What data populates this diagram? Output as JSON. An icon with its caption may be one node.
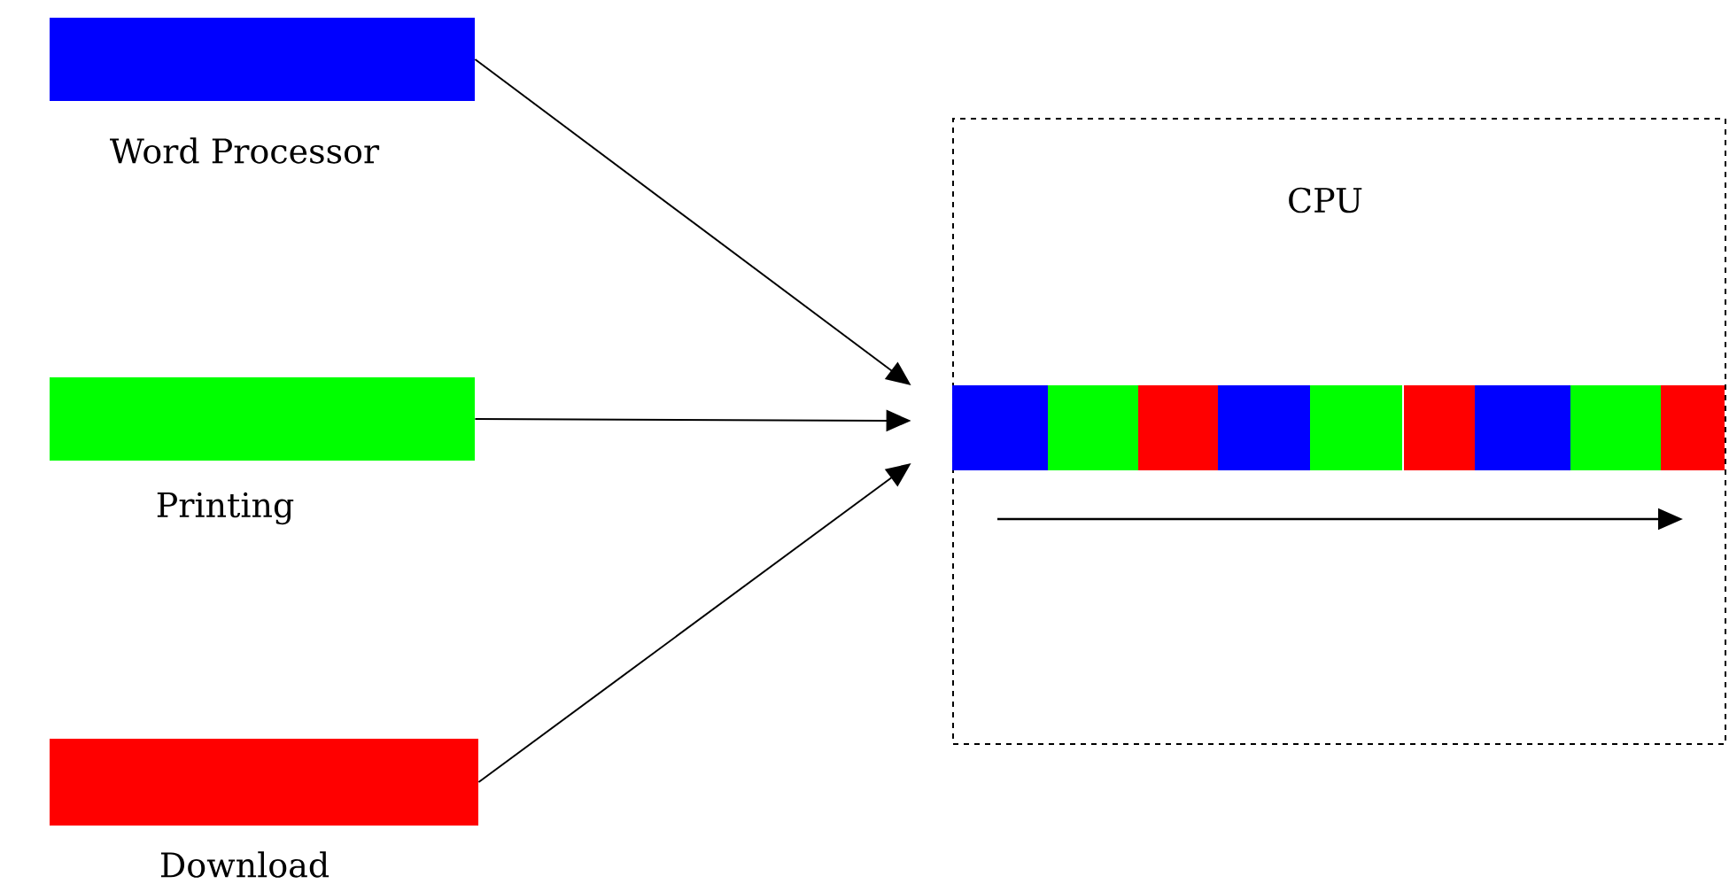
{
  "diagram": {
    "nodes": [
      {
        "text": [
          "Word Processor"
        ]
      },
      {
        "text": [
          "Printing"
        ]
      },
      {
        "text": [
          "Download"
        ]
      },
      {
        "text": [
          "CPU"
        ]
      },
      {
        "text": [],
        "shape": "bar",
        "in": 3
      }
    ],
    "edges": [
      {
        "from": 0,
        "to": 4,
        "arrow": "to"
      },
      {
        "from": 1,
        "to": 4,
        "arrow": "to"
      },
      {
        "from": 2,
        "to": 4,
        "arrow": "to"
      }
    ]
  }
}
